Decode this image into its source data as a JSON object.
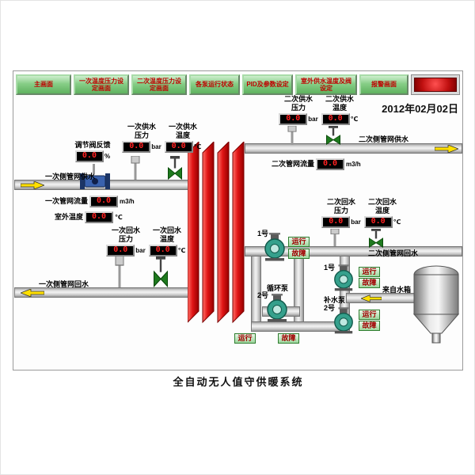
{
  "screen": {
    "date": "2012年02月02日",
    "title": "全自动无人值守供暖系统"
  },
  "toolbar": {
    "buttons": [
      {
        "label": "主画面"
      },
      {
        "label": "一次温度压力设定画面"
      },
      {
        "label": "二次温度压力设定画面"
      },
      {
        "label": "各泵运行状态"
      },
      {
        "label": "PID及参数设定"
      },
      {
        "label": "室外供水温度及阀设定"
      },
      {
        "label": "报警画面"
      }
    ]
  },
  "meters": {
    "valve_feedback": {
      "label": "调节阀反馈",
      "value": "0.0",
      "unit": "%"
    },
    "pri_supply_pressure": {
      "label": "一次供水压力",
      "value": "0.0",
      "unit": "bar"
    },
    "pri_supply_temp": {
      "label": "一次供水温度",
      "value": "0.0",
      "unit": "℃"
    },
    "pri_flow": {
      "label": "一次管网流量",
      "value": "0.0",
      "unit": "m3/h"
    },
    "outdoor_temp": {
      "label": "室外温度",
      "value": "0.0",
      "unit": "℃"
    },
    "pri_return_pressure": {
      "label": "一次回水压力",
      "value": "0.0",
      "unit": "bar"
    },
    "pri_return_temp": {
      "label": "一次回水温度",
      "value": "0.0",
      "unit": "℃"
    },
    "sec_supply_pressure": {
      "label": "二次供水压力",
      "value": "0.0",
      "unit": "bar"
    },
    "sec_supply_temp": {
      "label": "二次供水温度",
      "value": "0.0",
      "unit": "℃"
    },
    "sec_flow": {
      "label": "二次管网流量",
      "value": "0.0",
      "unit": "m3/h"
    },
    "sec_return_pressure": {
      "label": "二次回水压力",
      "value": "0.0",
      "unit": "bar"
    },
    "sec_return_temp": {
      "label": "二次回水温度",
      "value": "0.0",
      "unit": "℃"
    }
  },
  "pipes": {
    "pri_supply_label": "一次侧管网供水",
    "pri_return_label": "一次侧管网回水",
    "sec_supply_label": "二次侧管网供水",
    "sec_return_label": "二次侧管网回水"
  },
  "pumps": {
    "circ_group_label": "循环泵",
    "makeup_group_label": "补水泵",
    "circ1": {
      "label": "1号",
      "run": "运行",
      "fault": "故障"
    },
    "circ2": {
      "label": "2号",
      "run": "运行",
      "fault": "故障"
    },
    "makeup1": {
      "label": "1号",
      "run": "运行",
      "fault": "故障"
    },
    "makeup2": {
      "label": "2号",
      "run": "运行",
      "fault": "故障"
    }
  },
  "tank": {
    "label": "来自水箱"
  },
  "colors": {
    "button_green": "#86cd86",
    "button_text_red": "#c00000",
    "display_digit_red": "#ff2222",
    "exchanger_red": "#e01515",
    "pump_teal": "#35a08c",
    "arrow_yellow": "#ffdf00",
    "alarm_red": "#c01010"
  }
}
